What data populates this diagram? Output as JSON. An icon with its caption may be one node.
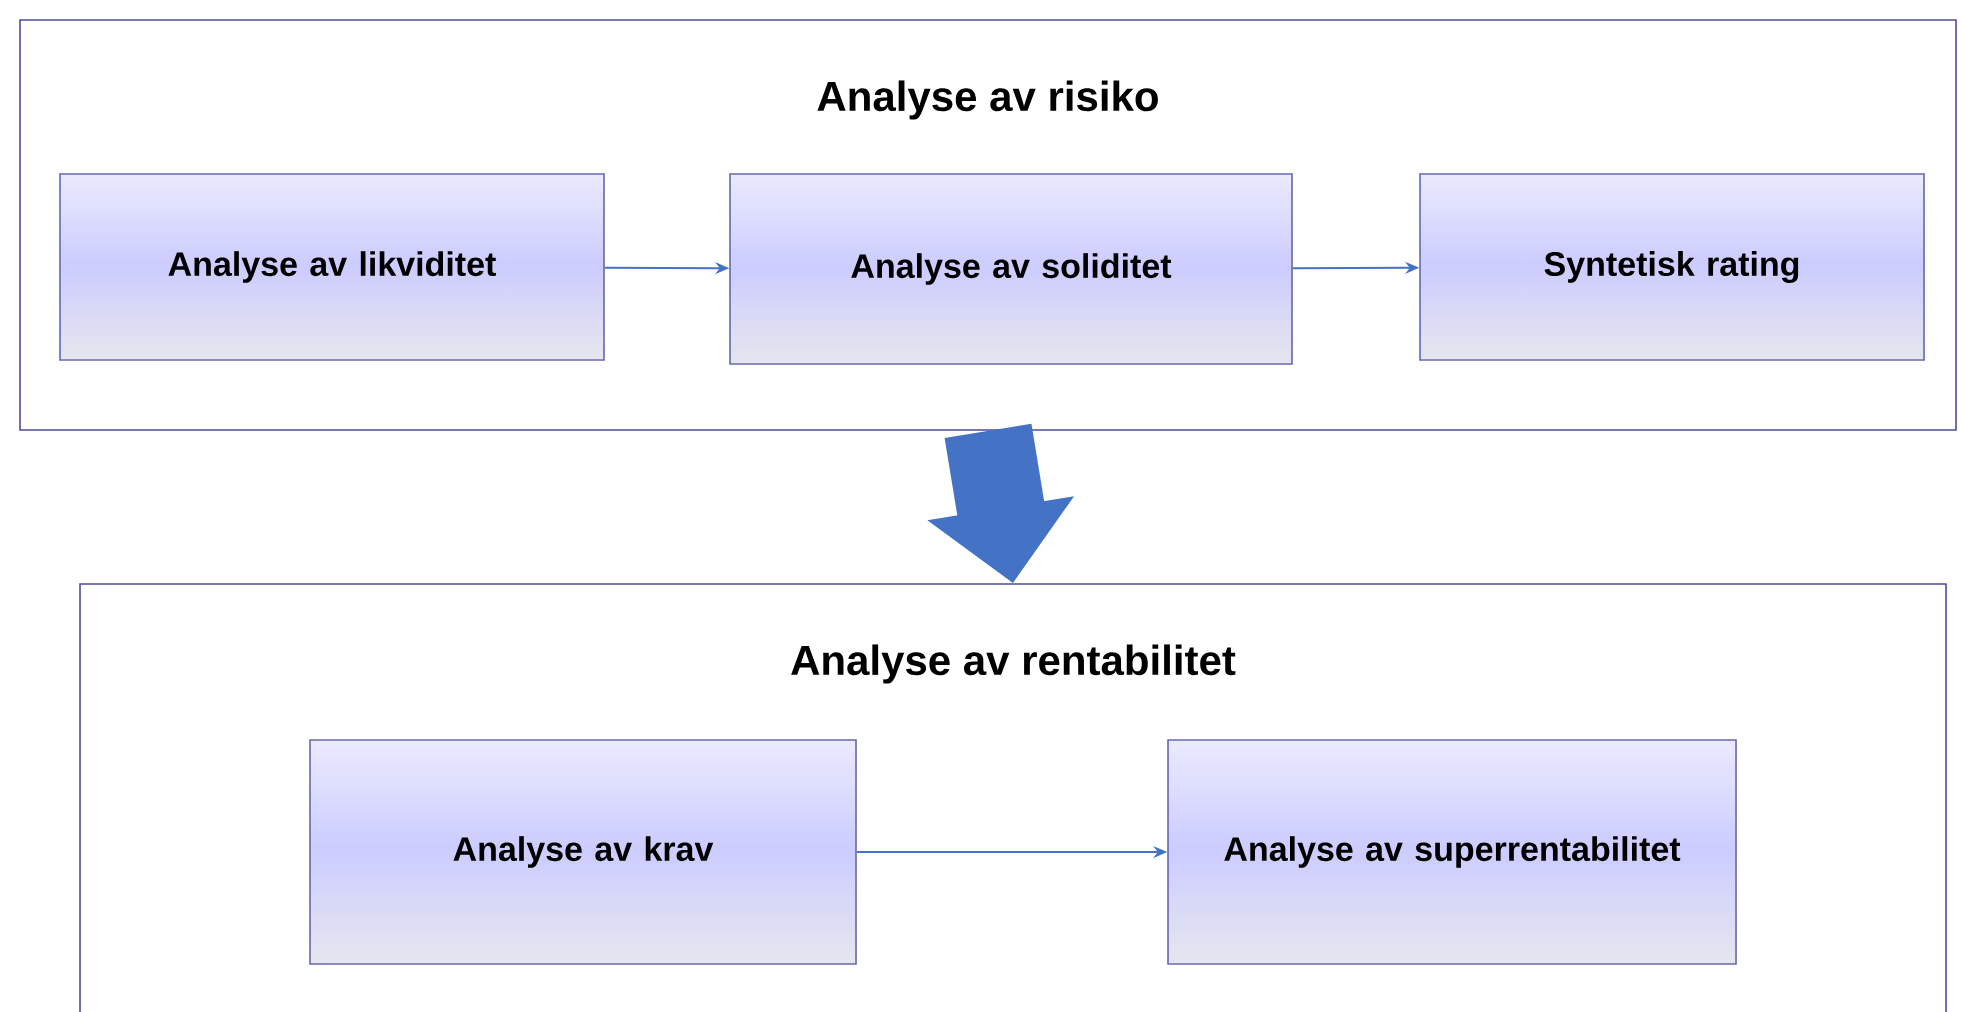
{
  "diagram": {
    "nodes": [
      {
        "text": [
          "Analyse av risiko"
        ]
      },
      {
        "text": [
          "Analyse av likviditet"
        ],
        "in": 0
      },
      {
        "text": [
          "Analyse av soliditet"
        ],
        "in": 0
      },
      {
        "text": [
          "Syntetisk rating"
        ],
        "in": 0
      },
      {
        "text": [
          "Analyse av rentabilitet"
        ]
      },
      {
        "text": [
          "Analyse av krav"
        ],
        "in": 4
      },
      {
        "text": [
          "Analyse av superrentabilitet"
        ],
        "in": 4
      }
    ],
    "edges": [
      {
        "from": 1,
        "to": 2,
        "arrow": "to"
      },
      {
        "from": 2,
        "to": 3,
        "arrow": "to"
      },
      {
        "from": 0,
        "to": 4,
        "arrow": "to",
        "style": "thick"
      },
      {
        "from": 5,
        "to": 6,
        "arrow": "to"
      }
    ]
  }
}
